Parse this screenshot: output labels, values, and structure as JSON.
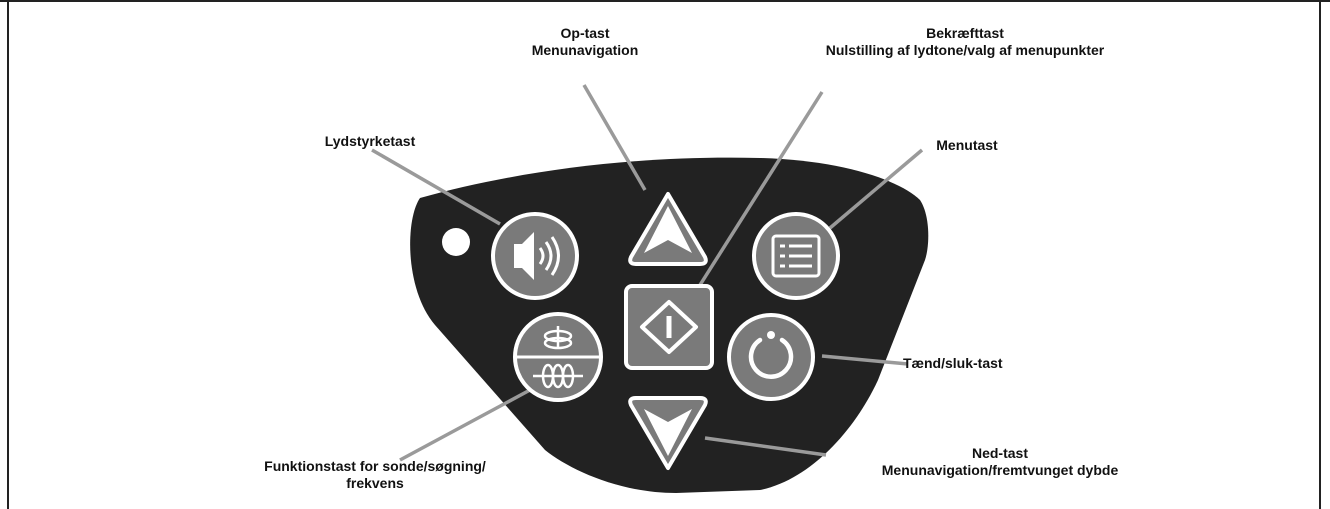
{
  "labels": {
    "op_tast": {
      "line1": "Op-tast",
      "line2": "Menunavigation"
    },
    "bekraeft": {
      "line1": "Bekræfttast",
      "line2": "Nulstilling af lydtone/valg af menupunkter"
    },
    "lydstyrke": "Lydstyrketast",
    "menu": "Menutast",
    "taend_sluk": "Tænd/sluk-tast",
    "ned_tast": {
      "line1": "Ned-tast",
      "line2": "Menunavigation/fremtvunget dybde"
    },
    "funktion": {
      "line1": "Funktionstast for sonde/søgning/",
      "line2": "frekvens"
    }
  },
  "colors": {
    "panel": "#222222",
    "key_face": "#7a7a7a",
    "key_outline": "#ffffff",
    "leader_line": "#9a9a9a",
    "led": "#ffffff"
  },
  "icons": [
    "volume-icon",
    "up-arrow-icon",
    "menu-list-icon",
    "confirm-diamond-icon",
    "sonde-search-frequency-icon",
    "power-icon",
    "down-arrow-icon",
    "led-indicator"
  ]
}
